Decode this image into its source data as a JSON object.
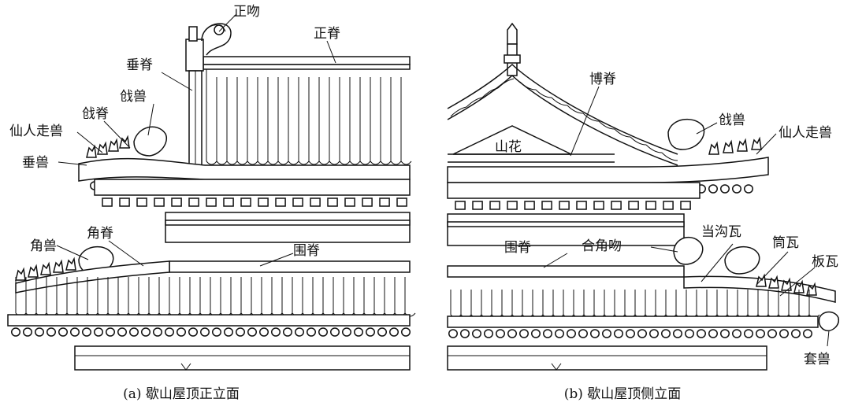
{
  "figure_a": {
    "caption": "(a) 歇山屋顶正立面",
    "labels": {
      "zhengwen": "正吻",
      "zhengji": "正脊",
      "chuiji": "垂脊",
      "qiangshou": "戗兽",
      "qiangji": "戗脊",
      "xianren": "仙人走兽",
      "chuishou": "垂兽",
      "jiaoshou": "角兽",
      "jiaoji": "角脊",
      "weiji": "围脊"
    }
  },
  "figure_b": {
    "caption": "(b) 歇山屋顶侧立面",
    "labels": {
      "boji": "博脊",
      "shanhua": "山花",
      "qiangshou": "戗兽",
      "xianren": "仙人走兽",
      "weiji": "围脊",
      "hejiaowen": "合角吻",
      "danggouwa": "当沟瓦",
      "tongwa": "筒瓦",
      "banwa": "板瓦",
      "taoshou": "套兽"
    }
  }
}
